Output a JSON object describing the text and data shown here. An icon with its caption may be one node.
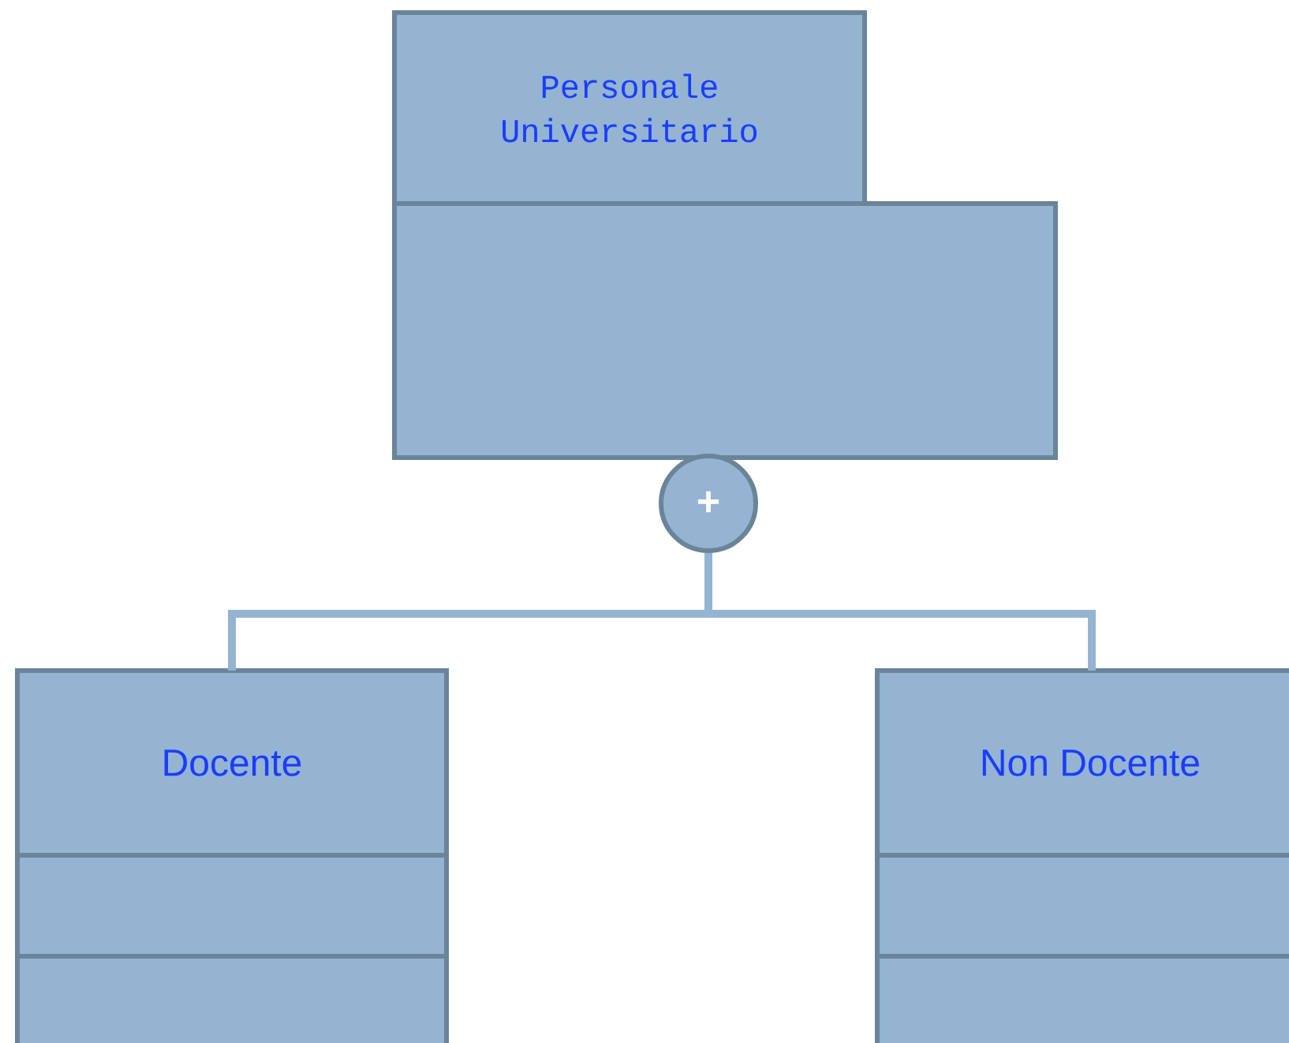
{
  "diagram": {
    "nodes": [
      {
        "text": [
          "Personale Universitario"
        ]
      },
      {
        "text": [
          "+"
        ]
      },
      {
        "text": [
          "Docente"
        ]
      },
      {
        "text": [
          "Non Docente"
        ]
      }
    ],
    "edges": [
      {
        "from": 2,
        "to": 1,
        "arrow": "none"
      },
      {
        "from": 3,
        "to": 1,
        "arrow": "none"
      }
    ]
  }
}
